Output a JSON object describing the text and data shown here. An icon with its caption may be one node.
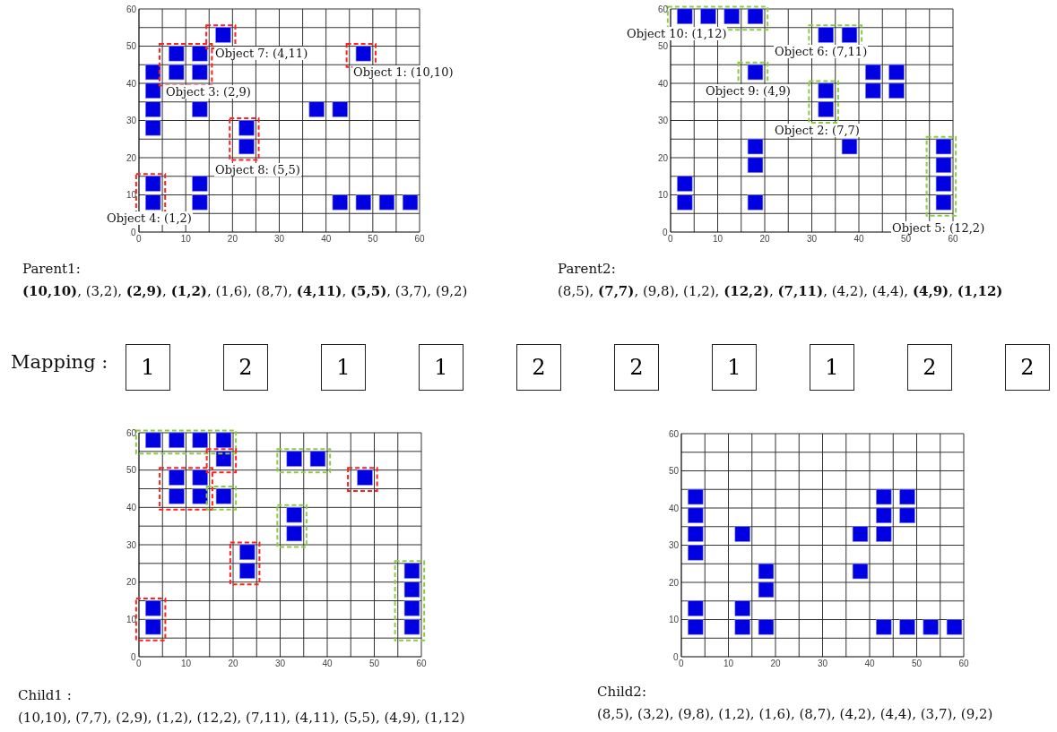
{
  "diagram": {
    "nodes": [
      {
        "text": [
          "1"
        ]
      },
      {
        "text": [
          "2"
        ]
      },
      {
        "text": [
          "1"
        ]
      },
      {
        "text": [
          "1"
        ]
      },
      {
        "text": [
          "2"
        ]
      },
      {
        "text": [
          "2"
        ]
      },
      {
        "text": [
          "1"
        ]
      },
      {
        "text": [
          "1"
        ]
      },
      {
        "text": [
          "2"
        ]
      },
      {
        "text": [
          "2"
        ]
      }
    ],
    "edges": [],
    "labels": [
      "60",
      "50",
      "40",
      "30",
      "20",
      "10",
      "0",
      "0",
      "10",
      "20",
      "30",
      "40",
      "50",
      "60",
      "Object 7: (4,11)",
      "Object 1: (10,10)",
      "Object 3: (2,9)",
      "Object 8: (5,5)",
      "Object 4: (1,2)",
      "60",
      "50",
      "40",
      "30",
      "20",
      "10",
      "0",
      "0",
      "10",
      "20",
      "30",
      "40",
      "50",
      "60",
      "Object 10: (1,12)",
      "Object 6: (7,11)",
      "Object 9: (4,9)",
      "Object 2: (7,7)",
      "Object 5: (12,2)",
      "Parent1:",
      "**(10,10)**, (3,2), **(2,9)**, **(1,2)**, (1,6), (8,7), **(4,11)**, **(5,5)**, (3,7), (9,2)",
      "Parent2:",
      "(8,5), **(7,7)**, (9,8), (1,2), **(12,2)**, **(7,11)**, (4,2), (4,4), **(4,9)**, **(1,12)**",
      "Mapping :",
      "60",
      "50",
      "40",
      "30",
      "20",
      "10",
      "0",
      "0",
      "10",
      "20",
      "30",
      "40",
      "50",
      "60",
      "60",
      "50",
      "40",
      "30",
      "20",
      "10",
      "0",
      "0",
      "10",
      "20",
      "30",
      "40",
      "50",
      "60",
      "Child1 :",
      "(10,10), (7,7), (2,9), (1,2), (12,2), (7,11), (4,11), (5,5), (4,9), (1,12)",
      "Child2:",
      "(8,5), (3,2), (9,8), (1,2), (1,6), (8,7), (4,2), (4,4), (3,7), (9,2)"
    ]
  }
}
